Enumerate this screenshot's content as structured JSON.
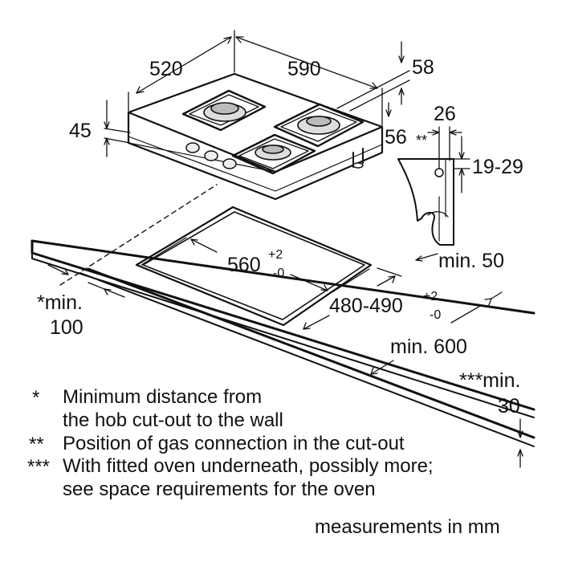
{
  "dimensions": {
    "hob_depth": "520",
    "hob_width": "590",
    "gas_offset_top": "58",
    "hob_height": "45",
    "gas_offset_side": "56",
    "gas_offset_mark": "**",
    "bracket_width": "26",
    "worktop_range": "19-29",
    "min_front": "min. 50",
    "cutout_width": "560",
    "cutout_width_tol_plus": "+2",
    "cutout_width_tol_minus": "-0",
    "cutout_depth": "480-490",
    "cutout_depth_tol_plus": "+2",
    "cutout_depth_tol_minus": "-0",
    "min_wall_line1": "*min.",
    "min_wall_line2": "100",
    "min_worktop": "min. 600",
    "min_oven_line1": "***min.",
    "min_oven_line2": "30"
  },
  "notes": [
    {
      "mark": "*",
      "line1": "Minimum distance from",
      "line2": "the hob cut-out to the wall"
    },
    {
      "mark": "**",
      "line1": "Position of gas connection in the cut-out",
      "line2": ""
    },
    {
      "mark": "***",
      "line1": "With fitted oven underneath, possibly more;",
      "line2": "see space requirements for the oven"
    }
  ],
  "units_caption": "measurements in mm",
  "colors": {
    "line": "#111111",
    "background": "#ffffff"
  }
}
